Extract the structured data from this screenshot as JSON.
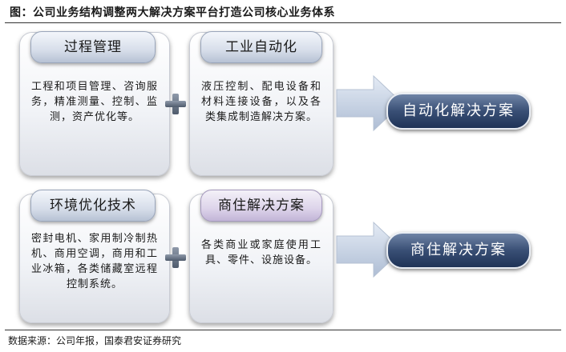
{
  "figure_title": "图：公司业务结构调整两大解决方案平台打造公司核心业务体系",
  "source": "数据来源：公司年报，国泰君安证券研究",
  "rows": [
    {
      "left": {
        "title": "过程管理",
        "text": "工程和项目管理、咨询服务，精准测量、控制、监测，资产优化等。"
      },
      "right": {
        "title": "工业自动化",
        "text": "液压控制、配电设备和材料连接设备，以及各类集成制造解决方案。"
      },
      "result": "自动化解决方案"
    },
    {
      "left": {
        "title": "环境优化技术",
        "text": "密封电机、家用制冷制热机、商用空调，商用和工业冰箱，各类储藏室远程控制系统。"
      },
      "right": {
        "title": "商住解决方案",
        "text": "各类商业或家庭使用工具、零件、设施设备。"
      },
      "result": "商住解决方案"
    }
  ],
  "colors": {
    "result_fill": "#2d4368",
    "arrow_fill": "#c5d2e6"
  }
}
